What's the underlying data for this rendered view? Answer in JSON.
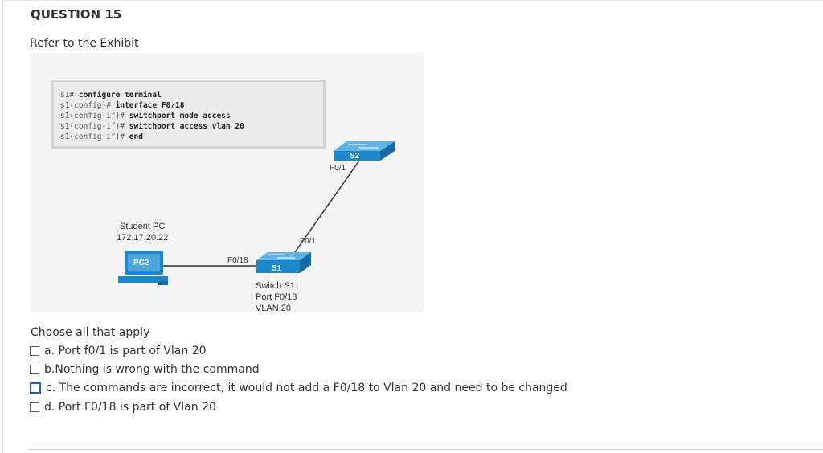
{
  "question": {
    "title": "QUESTION 15",
    "prompt": "Refer to the Exhibit",
    "instruction": "Choose all that apply"
  },
  "exhibit": {
    "code_lines": [
      {
        "prompt": "s1#",
        "command": " configure terminal"
      },
      {
        "prompt": "s1(config)#",
        "command": " interface F0/18"
      },
      {
        "prompt": "s1(config-if)#",
        "command": " switchport mode access"
      },
      {
        "prompt": "s1(config-if)#",
        "command": " switchport access vlan 20"
      },
      {
        "prompt": "s1(config-if)#",
        "command": " end"
      }
    ],
    "student_pc_label": "Student PC",
    "student_pc_ip": "172.17.20.22",
    "pc_name": "PC2",
    "s1_name": "S1",
    "s2_name": "S2",
    "port_f018": "F0/18",
    "port_s1_f01": "F0/1",
    "port_s2_f01": "F0/1",
    "switch_note_line1": "Switch S1:",
    "switch_note_line2": "Port F0/18",
    "switch_note_line3": "VLAN 20"
  },
  "options": [
    {
      "letter": "a.",
      "text": "Port f0/1 is part of Vlan 20",
      "checked": false
    },
    {
      "letter": "b.",
      "text": "Nothing is wrong with the command",
      "checked": false
    },
    {
      "letter": "c.",
      "text": "The commands are incorrect, it would not add a F0/18 to Vlan 20 and need to be changed",
      "checked": false,
      "focused": true
    },
    {
      "letter": "d.",
      "text": "Port F0/18 is part of Vlan 20",
      "checked": false
    }
  ],
  "colors": {
    "device_blue": "#1f86c8",
    "focus_blue": "#1f5fbf"
  }
}
